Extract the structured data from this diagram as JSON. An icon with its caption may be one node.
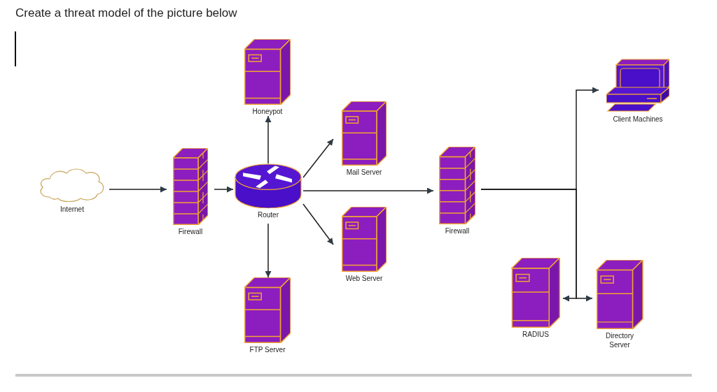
{
  "diagram": {
    "title": "Create a threat model of the picture below",
    "nodes": [
      {
        "text": [
          "Internet"
        ]
      },
      {
        "text": [
          "Firewall"
        ]
      },
      {
        "text": [
          "Router"
        ]
      },
      {
        "text": [
          "Honeypot"
        ]
      },
      {
        "text": [
          "Mail Server"
        ]
      },
      {
        "text": [
          "Web Server"
        ]
      },
      {
        "text": [
          "FTP Server"
        ]
      },
      {
        "text": [
          "Firewall"
        ]
      },
      {
        "text": [
          "Client Machines"
        ]
      },
      {
        "text": [
          "RADIUS"
        ]
      },
      {
        "text": [
          "Directory Server"
        ]
      }
    ],
    "edges": [
      {
        "from": 0,
        "to": 1,
        "arrow": "to"
      },
      {
        "from": 1,
        "to": 2,
        "arrow": "to"
      },
      {
        "from": 2,
        "to": 3,
        "arrow": "to"
      },
      {
        "from": 2,
        "to": 4,
        "arrow": "to"
      },
      {
        "from": 2,
        "to": 5,
        "arrow": "to"
      },
      {
        "from": 2,
        "to": 6,
        "arrow": "to"
      },
      {
        "from": 2,
        "to": 7,
        "arrow": "to"
      },
      {
        "from": 7,
        "to": 8,
        "arrow": "to"
      },
      {
        "from": 7,
        "to": 9,
        "arrow": "to"
      },
      {
        "from": 7,
        "to": 10,
        "arrow": "to"
      }
    ]
  }
}
